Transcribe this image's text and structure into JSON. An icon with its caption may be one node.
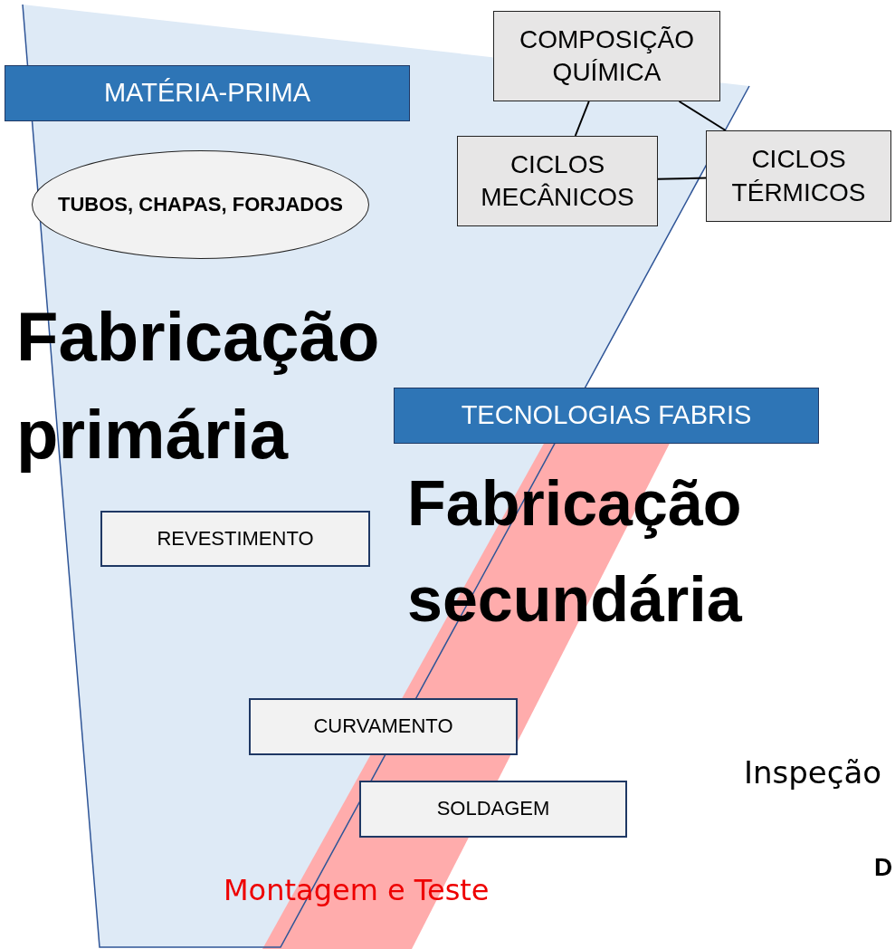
{
  "diagram": {
    "nodes": [
      {
        "text": [
          "MATÉRIA-PRIMA"
        ]
      },
      {
        "text": [
          "COMPOSIÇÃO QUÍMICA"
        ]
      },
      {
        "text": [
          "CICLOS MECÂNICOS"
        ]
      },
      {
        "text": [
          "CICLOS TÉRMICOS"
        ]
      },
      {
        "text": [
          "TUBOS, CHAPAS, FORJADOS"
        ]
      },
      {
        "text": [
          "TECNOLOGIAS FABRIS"
        ]
      },
      {
        "text": [
          "REVESTIMENTO"
        ]
      },
      {
        "text": [
          "CURVAMENTO"
        ]
      },
      {
        "text": [
          "SOLDAGEM"
        ]
      }
    ],
    "edges": [
      {
        "from": 1,
        "to": 2,
        "arrow": "none"
      },
      {
        "from": 1,
        "to": 3,
        "arrow": "none"
      },
      {
        "from": 2,
        "to": 3,
        "arrow": "none"
      }
    ],
    "labels": [
      "Fabricação primária",
      "Fabricação secundária",
      "Inspeção",
      "D",
      "Montagem e Teste"
    ]
  }
}
